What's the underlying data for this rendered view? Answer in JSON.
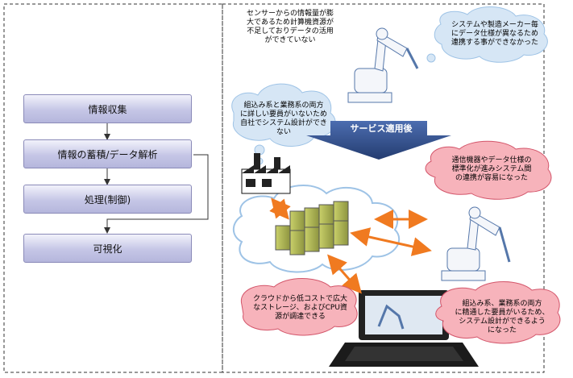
{
  "steps": [
    "情報収集",
    "情報の蓄積/データ解析",
    "処理(制御)",
    "可視化"
  ],
  "notes": {
    "top_problem": "センサーからの情報量が膨\n大であるため計算機資源が\n不足しておりデータの活用\nができていない",
    "cloud_problem": "組込み系と業務系の両方\nに詳しい要員がいないため\n自社でシステム設計ができ\nない",
    "top_right_problem": "システムや製造メーカー毎\nにデータ仕様が異なるため\n連携する事ができなかった",
    "arrow_label": "サービス適用後",
    "benefit_standard": "通信機器やデータ仕様の\n標準化が進みシステム間\nの連携が容易になった",
    "benefit_cloud": "クラウドから低コストで広大\nなストレージ、およびCPU資\n源が調達できる",
    "benefit_staff": "組込み系、業務系の両方\nに精通した要員がいるため、\nシステム設計ができるよう\nになった"
  },
  "colors": {
    "step_border": "#8a8ab8",
    "arrow_blue": "#2e4a86",
    "cloud_blue": "#9ec3e6",
    "red_fill": "#f7b3bb",
    "red_stroke": "#d3556a",
    "orange_arrow": "#f07a20"
  }
}
